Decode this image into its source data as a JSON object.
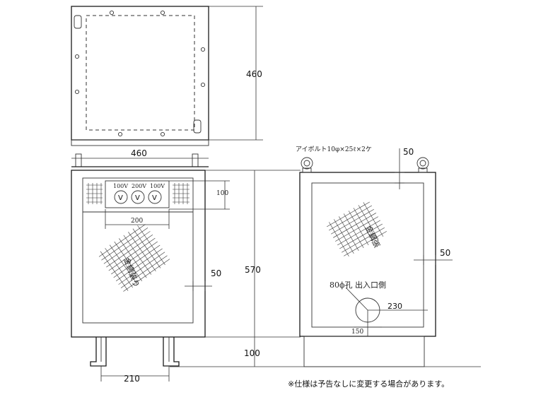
{
  "dimensions": {
    "door_height": "460",
    "door_width": "460",
    "box_height": "570",
    "base_height": "100",
    "meter_panel_height": "100",
    "meter_span": "200",
    "inner_margin_front": "50",
    "leg_spacing": "210",
    "top_margin_side": "50",
    "right_margin_side": "50",
    "conduit_offset": "230",
    "conduit_bottom": "150"
  },
  "meters": [
    {
      "rating": "100V",
      "symbol": "V"
    },
    {
      "rating": "200V",
      "symbol": "V"
    },
    {
      "rating": "100V",
      "symbol": "V"
    }
  ],
  "labels": {
    "anchor_bolt": "アイボルト10φ×25ℓ×2ケ",
    "wire_mesh_front": "金網張り",
    "wire_mesh_side": "金網張",
    "conduit_hole": "80ϕ孔 出入口側"
  },
  "note": "※仕様は予告なしに変更する場合があります。"
}
